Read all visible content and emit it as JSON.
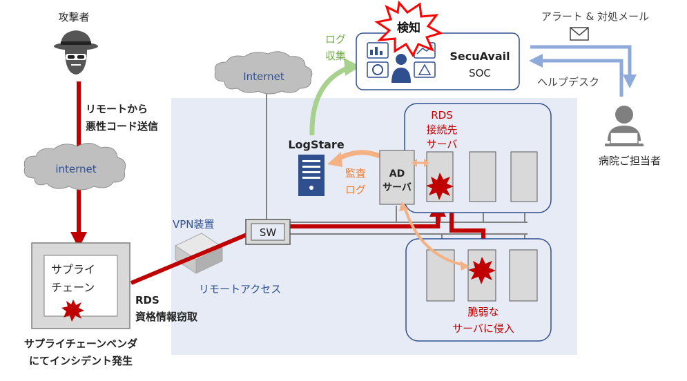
{
  "attacker": {
    "label": "攻撃者"
  },
  "attack_note": {
    "line1": "リモートから",
    "line2": "悪性コード送信"
  },
  "internet_left": {
    "label": "internet"
  },
  "internet_top": {
    "label": "Internet"
  },
  "supply_chain_box": {
    "line1": "サプライ",
    "line2": "チェーン"
  },
  "vendor_caption": {
    "line1": "サプライチェーンベンダ",
    "line2": "にてインシデント発生"
  },
  "rds_theft": {
    "line1": "RDS",
    "line2": "資格情報窃取"
  },
  "vpn": {
    "label": "VPN装置"
  },
  "remote_access": {
    "label": "リモートアクセス"
  },
  "switch": {
    "label": "SW"
  },
  "logstare": {
    "label": "LogStare"
  },
  "audit_log": {
    "line1": "監査",
    "line2": "ログ"
  },
  "log_collect": {
    "line1": "ログ",
    "line2": "収集"
  },
  "detection": {
    "label": "検知"
  },
  "soc": {
    "line1": "SecuAvail",
    "line2": "SOC"
  },
  "alert_mail": {
    "label": "アラート & 対処メール"
  },
  "helpdesk": {
    "label": "ヘルプデスク"
  },
  "hospital_staff": {
    "label": "病院ご担当者"
  },
  "rds_server": {
    "line1": "RDS",
    "line2": "接続先",
    "line3": "サーバ"
  },
  "ad_server": {
    "line1": "AD",
    "line2": "サーバ"
  },
  "vulnerable": {
    "line1": "脆弱な",
    "line2": "サーバに侵入"
  },
  "colors": {
    "attack": "#c00000",
    "network_bg": "#e6ebf5",
    "box_border": "#2f4f8f",
    "log_green": "#a9d18e",
    "audit_orange": "#f4b183",
    "alert_blue": "#8eaadb"
  }
}
